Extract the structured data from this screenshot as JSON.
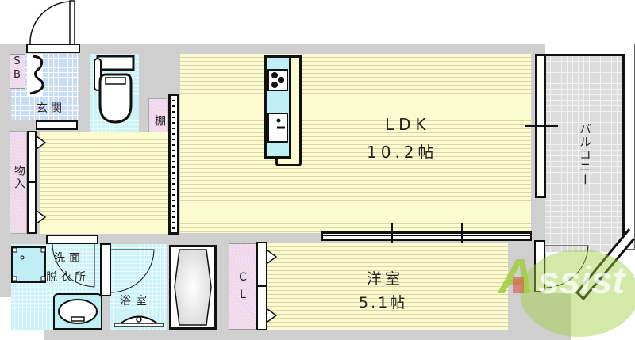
{
  "floorplan": {
    "rooms": {
      "ldk": {
        "name": "LDK",
        "size": "10.2帖"
      },
      "western_room": {
        "name": "洋室",
        "size": "5.1帖"
      },
      "balcony": {
        "name": "バルコニー"
      },
      "entrance": {
        "name": "玄関"
      },
      "shoe_box": {
        "name": "SB"
      },
      "storage": {
        "name": "物入"
      },
      "shelf": {
        "name": "棚"
      },
      "washroom": {
        "line1": "洗面",
        "line2": "脱衣所"
      },
      "bathroom": {
        "name": "浴室"
      },
      "closet": {
        "name": "CL"
      }
    },
    "watermark": {
      "text": "Assist",
      "color": "#9fcf3f",
      "accent": "#e05050"
    },
    "colors": {
      "floor": "#fdfbd0",
      "wall": "#cfcfcf",
      "wet_area": "#cdf2f8",
      "entrance_tile": "#c9dcf7",
      "closet": "#f3dff0",
      "balcony": "#dcdcdc"
    }
  }
}
